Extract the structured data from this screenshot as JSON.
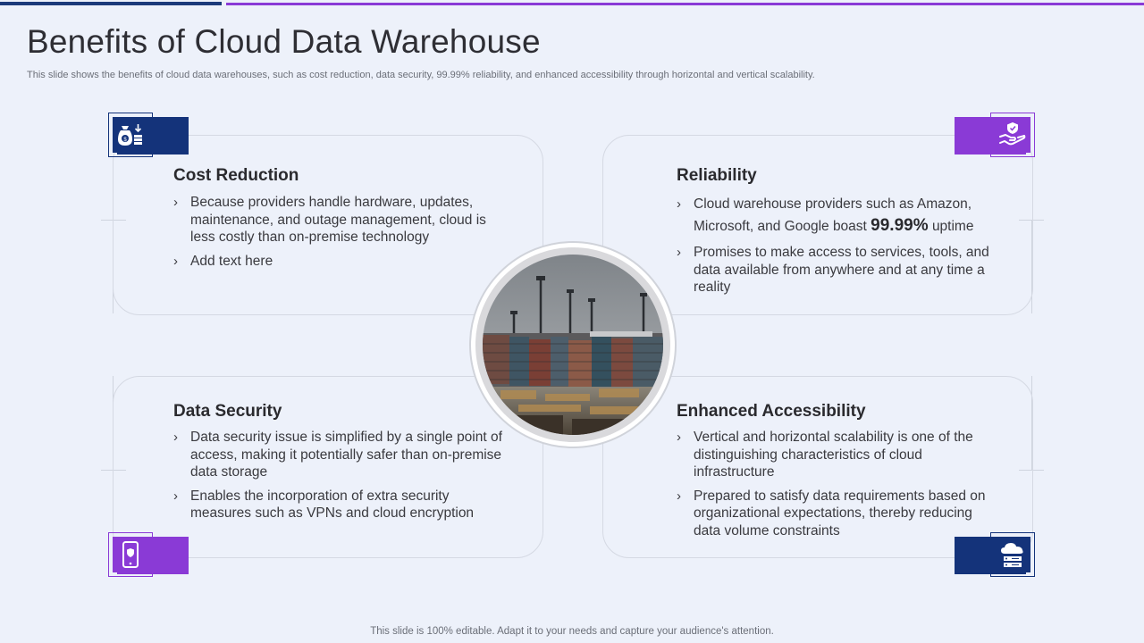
{
  "header": {
    "title": "Benefits of Cloud Data Warehouse",
    "subtitle": "This slide shows the benefits of cloud data warehouses, such as cost reduction, data security, 99.99% reliability, and enhanced accessibility through horizontal and vertical scalability."
  },
  "cards": {
    "cost": {
      "title": "Cost Reduction",
      "icon": "money-bag-icon",
      "bullets": [
        "Because providers handle hardware, updates, maintenance, and outage management, cloud is less costly than on-premise technology",
        "Add text here"
      ]
    },
    "reliability": {
      "title": "Reliability",
      "icon": "handshake-shield-icon",
      "bullet1_pre": "Cloud warehouse providers such as Amazon, Microsoft, and Google boast",
      "bullet1_highlight": "99.99%",
      "bullet1_post": "uptime",
      "bullet2": "Promises to make access to services, tools, and data available from anywhere and at any time a reality"
    },
    "security": {
      "title": "Data Security",
      "icon": "mobile-shield-icon",
      "bullets": [
        "Data security issue is simplified by a single point of access, making it potentially safer than on-premise data storage",
        "Enables the incorporation of extra security measures such as VPNs and cloud encryption"
      ]
    },
    "accessibility": {
      "title": "Enhanced Accessibility",
      "icon": "cloud-server-icon",
      "bullets": [
        "Vertical and horizontal scalability is one of the distinguishing characteristics of cloud infrastructure",
        "Prepared to satisfy data requirements based on organizational expectations, thereby reducing data volume constraints"
      ]
    }
  },
  "center_image": {
    "icon": "shipping-containers-photo"
  },
  "colors": {
    "navy": "#14337a",
    "purple": "#8a3ad6",
    "background": "#edf1fa"
  },
  "footer": {
    "text": "This slide is 100% editable. Adapt it to your needs and capture your audience's attention."
  }
}
